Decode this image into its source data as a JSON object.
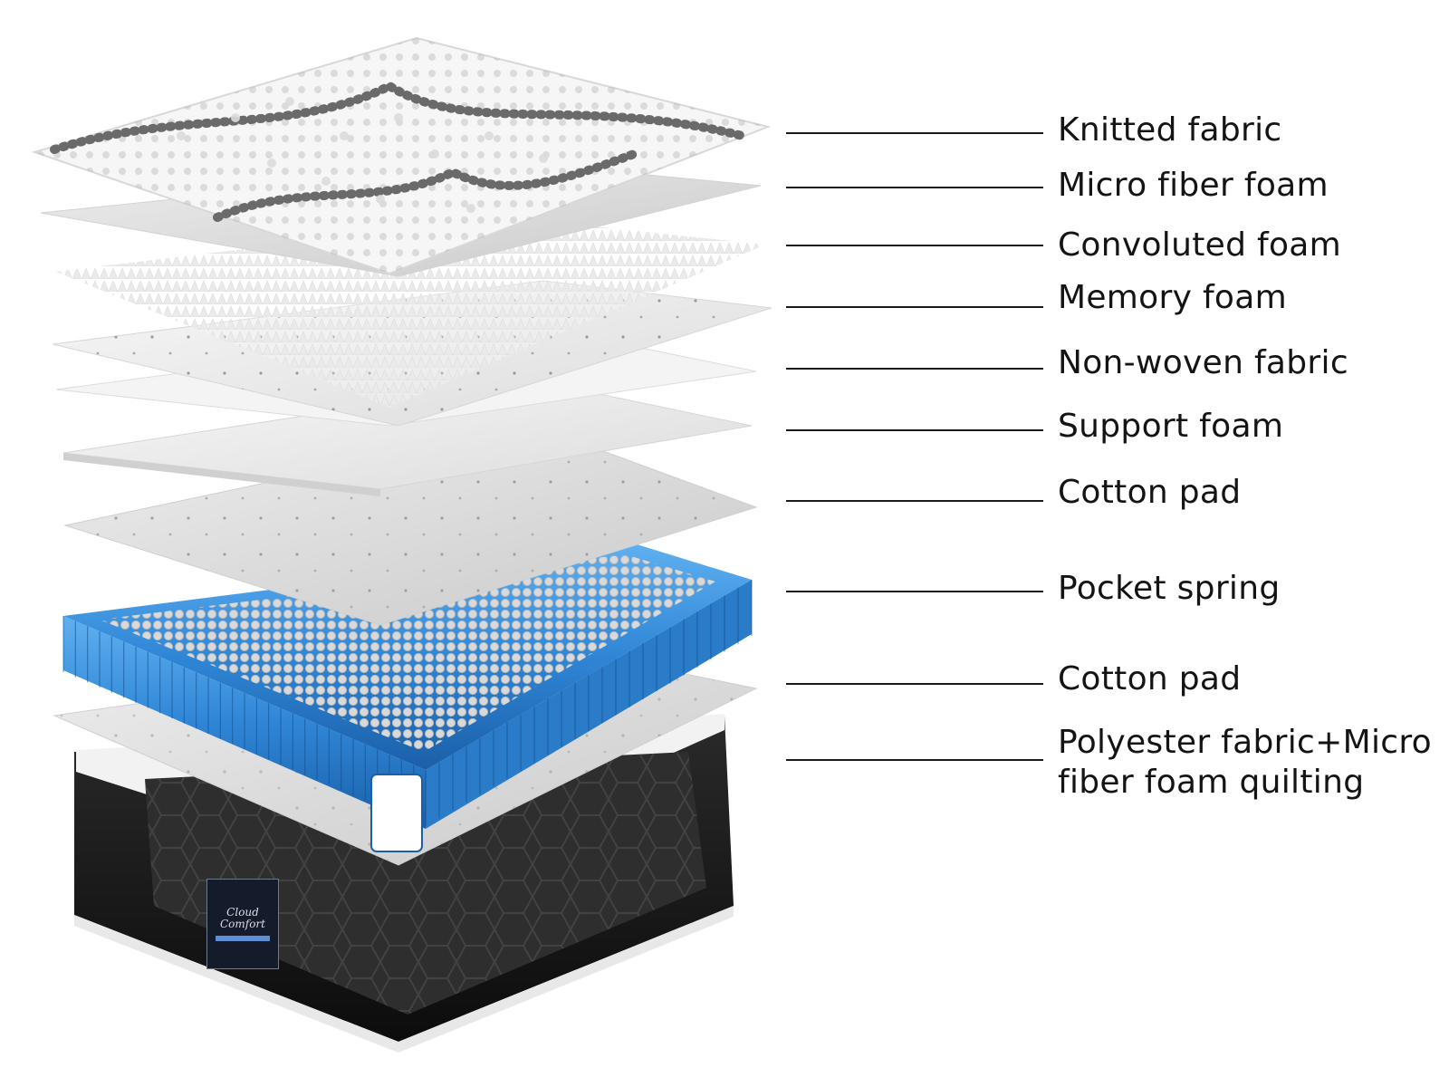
{
  "diagram": {
    "layers": [
      {
        "id": "knitted-fabric",
        "label_lines": [
          "Knitted fabric"
        ]
      },
      {
        "id": "micro-fiber-foam",
        "label_lines": [
          "Micro fiber foam"
        ]
      },
      {
        "id": "convoluted-foam",
        "label_lines": [
          "Convoluted foam"
        ]
      },
      {
        "id": "memory-foam",
        "label_lines": [
          "Memory foam"
        ]
      },
      {
        "id": "non-woven-fabric",
        "label_lines": [
          "Non-woven fabric"
        ]
      },
      {
        "id": "support-foam",
        "label_lines": [
          "Support foam"
        ]
      },
      {
        "id": "cotton-pad-top",
        "label_lines": [
          "Cotton pad"
        ]
      },
      {
        "id": "pocket-spring",
        "label_lines": [
          "Pocket spring"
        ]
      },
      {
        "id": "cotton-pad-bottom",
        "label_lines": [
          "Cotton pad"
        ]
      },
      {
        "id": "polyester-quilting",
        "label_lines": [
          "Polyester fabric+Micro",
          "fiber foam quilting"
        ]
      }
    ],
    "brand": {
      "line1": "Cloud",
      "line2": "Comfort"
    },
    "colors": {
      "spring_blue": "#2f86d6",
      "spring_blue_dark": "#1b5fa8",
      "base_black": "#151515",
      "leader_line": "#1a1a1a",
      "label_text": "#141414"
    }
  }
}
